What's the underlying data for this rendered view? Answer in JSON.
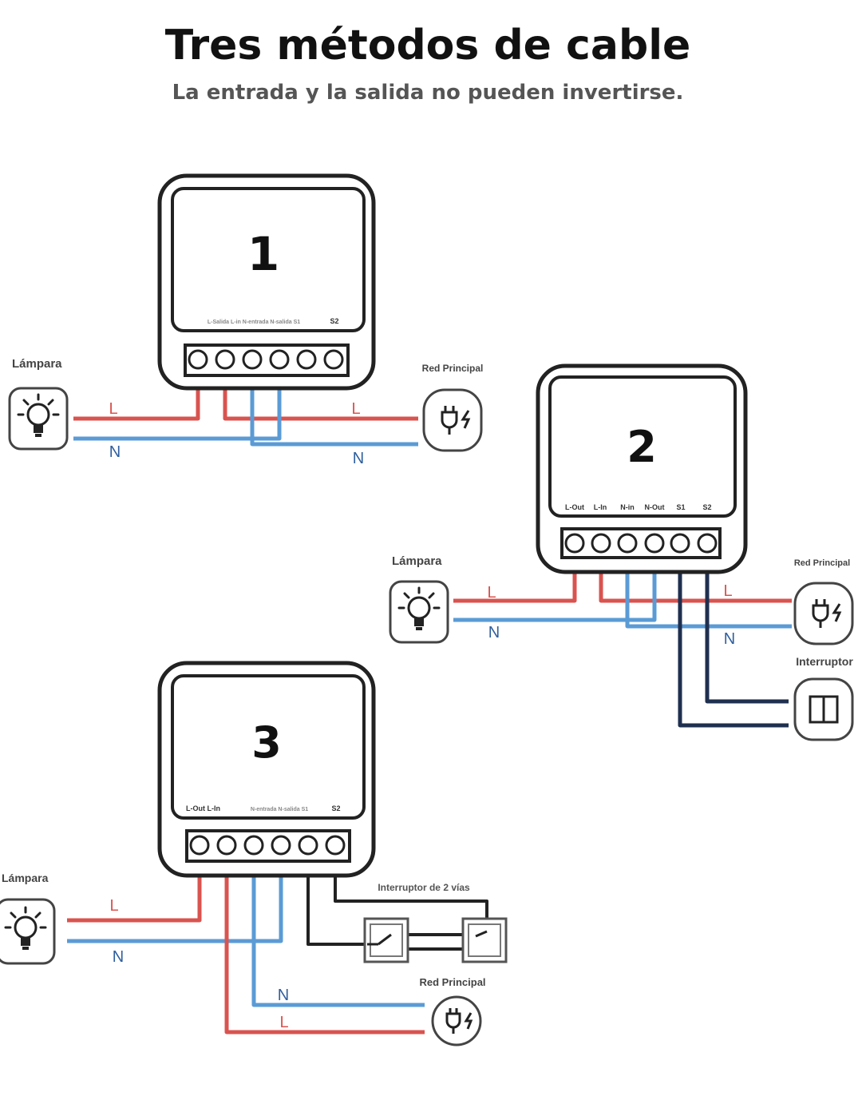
{
  "title": "Tres métodos de cable",
  "subtitle": "La entrada y la salida no pueden invertirse.",
  "colors": {
    "live": "#d9534f",
    "neutral": "#5b9bd5",
    "switch": "#1f2f4f",
    "outline": "#222222"
  },
  "diagram1": {
    "number": "1",
    "terminals": "L-Salida L-in N-entrada N-salida S1",
    "terminal_s2": "S2",
    "lamp_label": "Lámpara",
    "mains_label": "Red Principal",
    "wire_l_left": "L",
    "wire_n_left": "N",
    "wire_l_right": "L",
    "wire_n_right": "N"
  },
  "diagram2": {
    "number": "2",
    "terminal_labels": [
      "L-Out",
      "L-In",
      "N-in",
      "N-Out",
      "S1",
      "S2"
    ],
    "lamp_label": "Lámpara",
    "mains_label": "Red Principal",
    "switch_label": "Interruptor",
    "wire_l_left": "L",
    "wire_n_left": "N",
    "wire_l_right": "L",
    "wire_n_right": "N"
  },
  "diagram3": {
    "number": "3",
    "terminals_bold": "L-Out  L-In",
    "terminals_light": "N-entrada N-salida S1",
    "terminal_s2": "S2",
    "lamp_label": "Lámpara",
    "switch_label": "Interruptor de 2 vías",
    "mains_label": "Red Principal",
    "wire_l_left": "L",
    "wire_n_left": "N",
    "wire_n_bottom": "N",
    "wire_l_bottom": "L"
  }
}
